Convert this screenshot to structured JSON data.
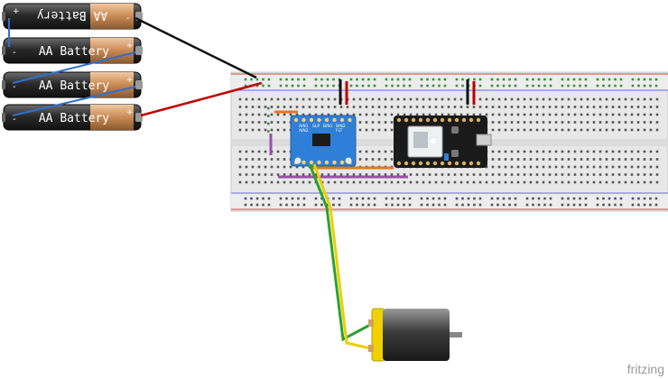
{
  "batteries": {
    "label": "AA Battery",
    "plus": "+",
    "minus": "-",
    "count": 4
  },
  "driver_board": {
    "pin_labels_top": [
      "AIN1",
      "SLP",
      "BIN1",
      "BIN2"
    ],
    "pin_labels_mid": [
      "AIN2",
      "FLT"
    ]
  },
  "watermark": "fritzing",
  "colors": {
    "wire_black": "#111111",
    "wire_red": "#c00000",
    "wire_blue": "#2f6fd0",
    "wire_green": "#2ea02e",
    "wire_yellow": "#e8d000",
    "wire_orange": "#e07a20",
    "wire_purple": "#9a4fa8",
    "board_blue": "#2f7fd8",
    "motor_yellow": "#f0d000"
  }
}
